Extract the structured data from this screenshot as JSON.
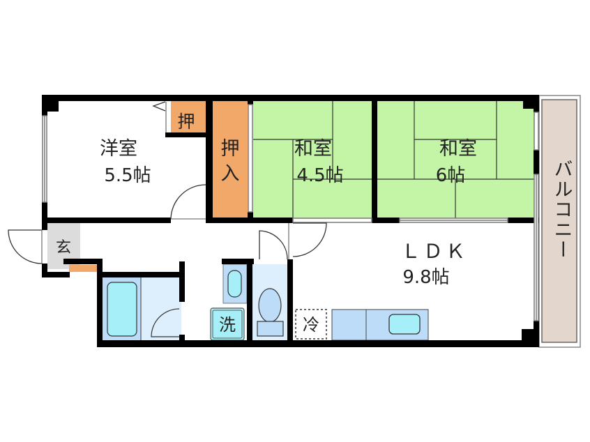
{
  "floor_plan": {
    "colors": {
      "wall": "#000000",
      "tatami": "#c4f5a6",
      "closet": "#f2a868",
      "wet_area": "#bcdcf7",
      "wet_area_light": "#ddeffc",
      "fixture": "#a6eef8",
      "genkan": "#dcdcdc",
      "balcony": "#e3d7cd",
      "window": "#888888"
    },
    "rooms": {
      "western_room": {
        "name": "洋室",
        "size": "5.5帖"
      },
      "closet_small": {
        "name": "押"
      },
      "closet_large": {
        "name_line1": "押",
        "name_line2": "入"
      },
      "japanese_room_1": {
        "name": "和室",
        "size": "4.5帖"
      },
      "japanese_room_2": {
        "name": "和室",
        "size": "6帖"
      },
      "ldk": {
        "name": "ＬＤＫ",
        "size": "9.8帖"
      },
      "entrance": {
        "name": "玄"
      },
      "washer": {
        "name": "洗"
      },
      "refrigerator": {
        "name": "冷"
      },
      "balcony": {
        "name": "バルコニー"
      }
    }
  }
}
